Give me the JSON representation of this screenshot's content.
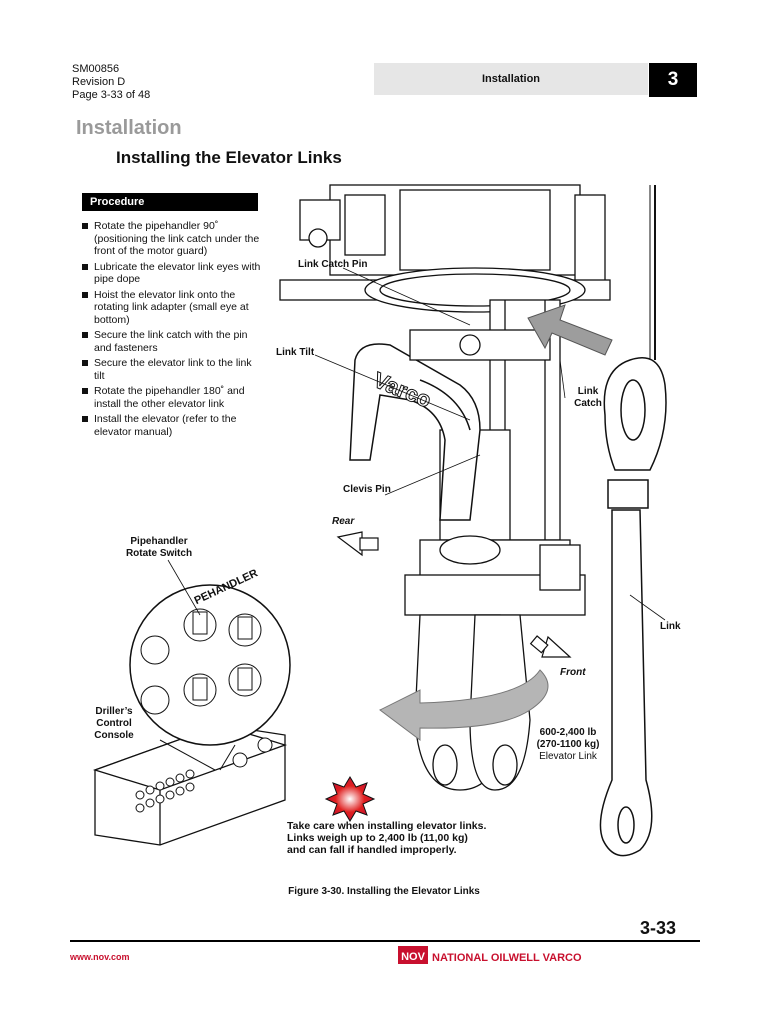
{
  "document": {
    "doc_number": "SM00856",
    "revision": "Revision D",
    "page_of": "Page 3-33 of 48"
  },
  "header": {
    "title": "Installation",
    "chapter": "3"
  },
  "section_title": "Installation",
  "subsection_title": "Installing the Elevator Links",
  "procedure": {
    "heading": "Procedure",
    "steps": [
      "Rotate the pipehandler 90˚ (positioning the link catch under the front of the motor guard)",
      "Lubricate the elevator link eyes with pipe dope",
      "Hoist the elevator link onto the rotating link adapter (small eye at bottom)",
      "Secure the link catch with the pin and fasteners",
      "Secure the elevator link to the link tilt",
      "Rotate the pipehandler 180˚ and install the other elevator link",
      "Install the elevator (refer to the elevator manual)"
    ]
  },
  "figure": {
    "labels": {
      "link_catch_pin": "Link Catch Pin",
      "link_tilt": "Link Tilt",
      "link_catch_1": "Link",
      "link_catch_2": "Catch",
      "clevis_pin": "Clevis Pin",
      "rear": "Rear",
      "pipehandler_1": "Pipehandler",
      "pipehandler_2": "Rotate Switch",
      "link": "Link",
      "front": "Front",
      "drillers_1": "Driller’s",
      "drillers_2": "Control",
      "drillers_3": "Console",
      "weight_1": "600-2,400 lb",
      "weight_2": "(270-1100 kg)",
      "weight_3": "Elevator Link",
      "panel_text": "PEHANDLER",
      "varco_text": "Varco"
    },
    "warning": "Take care when installing elevator links. Links weigh up to 2,400 lb (11,00 kg) and can fall if handled improperly.",
    "caption": "Figure 3-30.  Installing the Elevator Links"
  },
  "page_number": "3-33",
  "footer": {
    "url": "www.nov.com",
    "company": "NATIONAL OILWELL VARCO",
    "logo_text": "NOV"
  },
  "colors": {
    "brand_red": "#c8102e",
    "header_gray": "#e6e6e6",
    "section_gray": "#9a9a9a"
  }
}
